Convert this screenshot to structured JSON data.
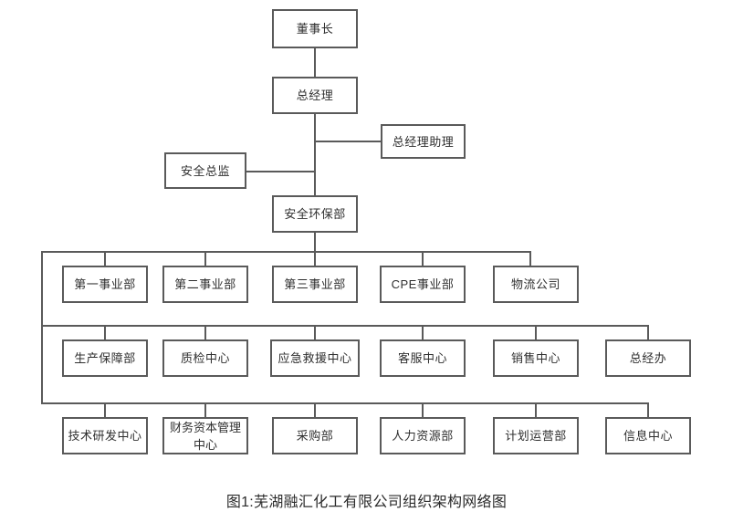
{
  "figure": {
    "caption": "图1:芜湖融汇化工有限公司组织架构网络图",
    "border_color": "#5a5a5a",
    "box_fill": "#ffffff",
    "text_color": "#2f2f2f"
  },
  "chart_data": {
    "type": "diagram",
    "diagram_type": "organization-chart",
    "title": "图1:芜湖融汇化工有限公司组织架构网络图",
    "orientation": "top-down",
    "nodes": [
      {
        "id": "chairman",
        "label": "董事长",
        "level": 0
      },
      {
        "id": "gm",
        "label": "总经理",
        "level": 1
      },
      {
        "id": "gm_assistant",
        "label": "总经理助理",
        "level": 2
      },
      {
        "id": "safety_director",
        "label": "安全总监",
        "level": 2
      },
      {
        "id": "safety_env_dept",
        "label": "安全环保部",
        "level": 2
      },
      {
        "id": "div1",
        "label": "第一事业部",
        "level": 3
      },
      {
        "id": "div2",
        "label": "第二事业部",
        "level": 3
      },
      {
        "id": "div3",
        "label": "第三事业部",
        "level": 3
      },
      {
        "id": "cpe_div",
        "label": "CPE事业部",
        "level": 3
      },
      {
        "id": "logistics",
        "label": "物流公司",
        "level": 3
      },
      {
        "id": "prod_support",
        "label": "生产保障部",
        "level": 4
      },
      {
        "id": "qc_center",
        "label": "质检中心",
        "level": 4
      },
      {
        "id": "emergency",
        "label": "应急救援中心",
        "level": 4
      },
      {
        "id": "customer_svc",
        "label": "客服中心",
        "level": 4
      },
      {
        "id": "sales_center",
        "label": "销售中心",
        "level": 4
      },
      {
        "id": "gm_office",
        "label": "总经办",
        "level": 4
      },
      {
        "id": "rnd_center",
        "label": "技术研发中心",
        "level": 5
      },
      {
        "id": "finance_center",
        "label": "财务资本管理中心",
        "level": 5
      },
      {
        "id": "purchasing",
        "label": "采购部",
        "level": 5
      },
      {
        "id": "hr_dept",
        "label": "人力资源部",
        "level": 5
      },
      {
        "id": "plan_ops",
        "label": "计划运营部",
        "level": 5
      },
      {
        "id": "info_center",
        "label": "信息中心",
        "level": 5
      }
    ],
    "edges": [
      {
        "from": "chairman",
        "to": "gm"
      },
      {
        "from": "gm",
        "to": "gm_assistant"
      },
      {
        "from": "gm",
        "to": "safety_director"
      },
      {
        "from": "gm",
        "to": "safety_env_dept"
      },
      {
        "from": "safety_env_dept",
        "to": "div1"
      },
      {
        "from": "safety_env_dept",
        "to": "div2"
      },
      {
        "from": "safety_env_dept",
        "to": "div3"
      },
      {
        "from": "safety_env_dept",
        "to": "cpe_div"
      },
      {
        "from": "safety_env_dept",
        "to": "logistics"
      },
      {
        "from": "safety_env_dept",
        "to": "prod_support"
      },
      {
        "from": "safety_env_dept",
        "to": "qc_center"
      },
      {
        "from": "safety_env_dept",
        "to": "emergency"
      },
      {
        "from": "safety_env_dept",
        "to": "customer_svc"
      },
      {
        "from": "safety_env_dept",
        "to": "sales_center"
      },
      {
        "from": "safety_env_dept",
        "to": "gm_office"
      },
      {
        "from": "safety_env_dept",
        "to": "rnd_center"
      },
      {
        "from": "safety_env_dept",
        "to": "finance_center"
      },
      {
        "from": "safety_env_dept",
        "to": "purchasing"
      },
      {
        "from": "safety_env_dept",
        "to": "hr_dept"
      },
      {
        "from": "safety_env_dept",
        "to": "plan_ops"
      },
      {
        "from": "safety_env_dept",
        "to": "info_center"
      }
    ],
    "rows": [
      {
        "name": "row-1",
        "members": [
          "第一事业部",
          "第二事业部",
          "第三事业部",
          "CPE事业部",
          "物流公司"
        ]
      },
      {
        "name": "row-2",
        "members": [
          "生产保障部",
          "质检中心",
          "应急救援中心",
          "客服中心",
          "销售中心",
          "总经办"
        ]
      },
      {
        "name": "row-3",
        "members": [
          "技术研发中心",
          "财务资本管理中心",
          "采购部",
          "人力资源部",
          "计划运营部",
          "信息中心"
        ]
      }
    ]
  }
}
